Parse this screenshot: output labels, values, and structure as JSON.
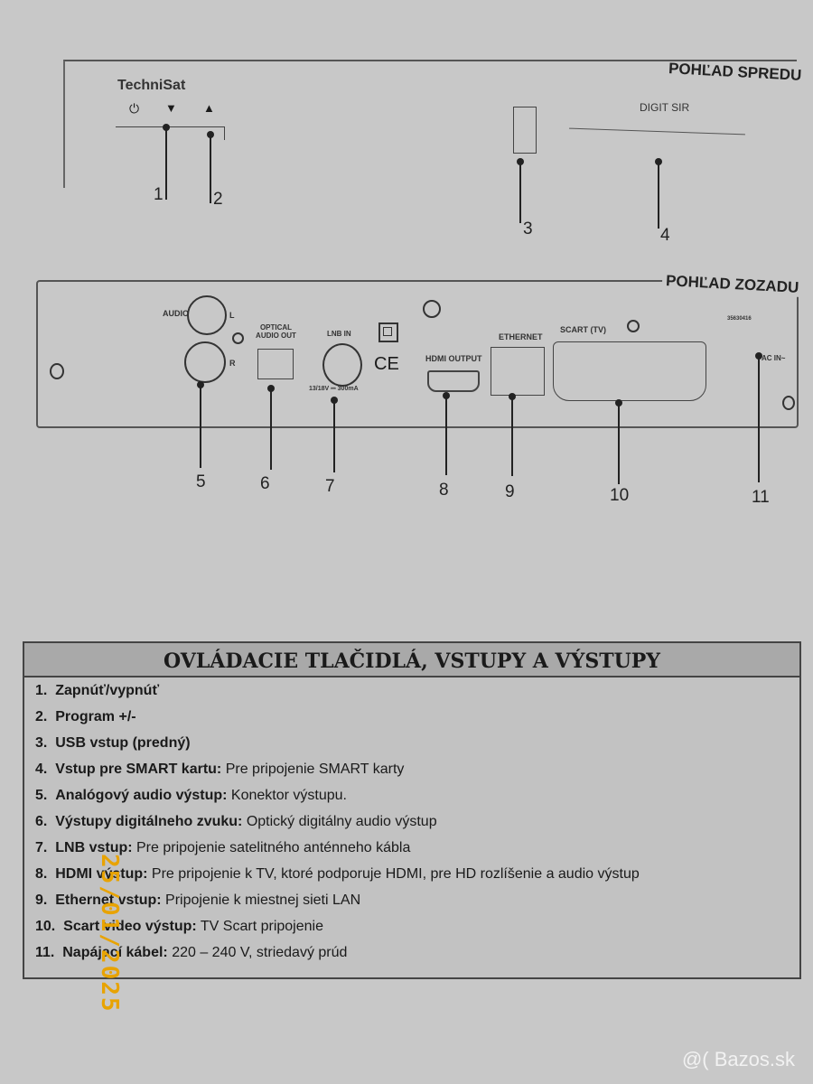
{
  "front": {
    "title": "POHĽAD SPREDU",
    "brand": "TechniSat",
    "model": "DIGIT SIR",
    "labels": [
      "1",
      "2",
      "3",
      "4"
    ],
    "icons": [
      "power-icon",
      "arrow-down-icon",
      "arrow-up-icon"
    ]
  },
  "rear": {
    "title": "POHĽAD ZOZADU",
    "audio": "AUDIO",
    "l": "L",
    "r": "R",
    "optical": "OPTICAL AUDIO OUT",
    "lnb": "LNB IN",
    "lnb_spec": "13/18V ⎓ 300mA",
    "ce": "CE",
    "hdmi": "HDMI OUTPUT",
    "ethernet": "ETHERNET",
    "scart": "SCART (TV)",
    "serial": "35630416",
    "ac": "AC IN~",
    "labels": [
      "5",
      "6",
      "7",
      "8",
      "9",
      "10",
      "11"
    ]
  },
  "table": {
    "title": "OVLÁDACIE TLAČIDLÁ, VSTUPY A VÝSTUPY",
    "items": [
      {
        "n": "1.",
        "bold": "Zapnúť/vypnúť",
        "text": ""
      },
      {
        "n": "2.",
        "bold": "Program +/-",
        "text": ""
      },
      {
        "n": "3.",
        "bold": "USB vstup (predný)",
        "text": ""
      },
      {
        "n": "4.",
        "bold": "Vstup pre SMART kartu:",
        "text": " Pre pripojenie SMART karty"
      },
      {
        "n": "5.",
        "bold": "Analógový audio výstup:",
        "text": " Konektor výstupu."
      },
      {
        "n": "6.",
        "bold": "Výstupy digitálneho zvuku:",
        "text": " Optický digitálny audio výstup"
      },
      {
        "n": "7.",
        "bold": "LNB vstup:",
        "text": " Pre pripojenie satelitného anténneho kábla"
      },
      {
        "n": "8.",
        "bold": "HDMI výstup:",
        "text": " Pre pripojenie k TV, ktoré podporuje HDMI, pre HD rozlíšenie a audio výstup"
      },
      {
        "n": "9.",
        "bold": "Ethernet vstup:",
        "text": " Pripojenie k miestnej sieti LAN"
      },
      {
        "n": "10.",
        "bold": "Scart video výstup:",
        "text": " TV Scart pripojenie"
      },
      {
        "n": "11.",
        "bold": "Napájací kábel:",
        "text": " 220 – 240 V, striedavý prúd"
      }
    ]
  },
  "date_stamp": "25/01/2025",
  "watermark": "@( Bazos.sk"
}
